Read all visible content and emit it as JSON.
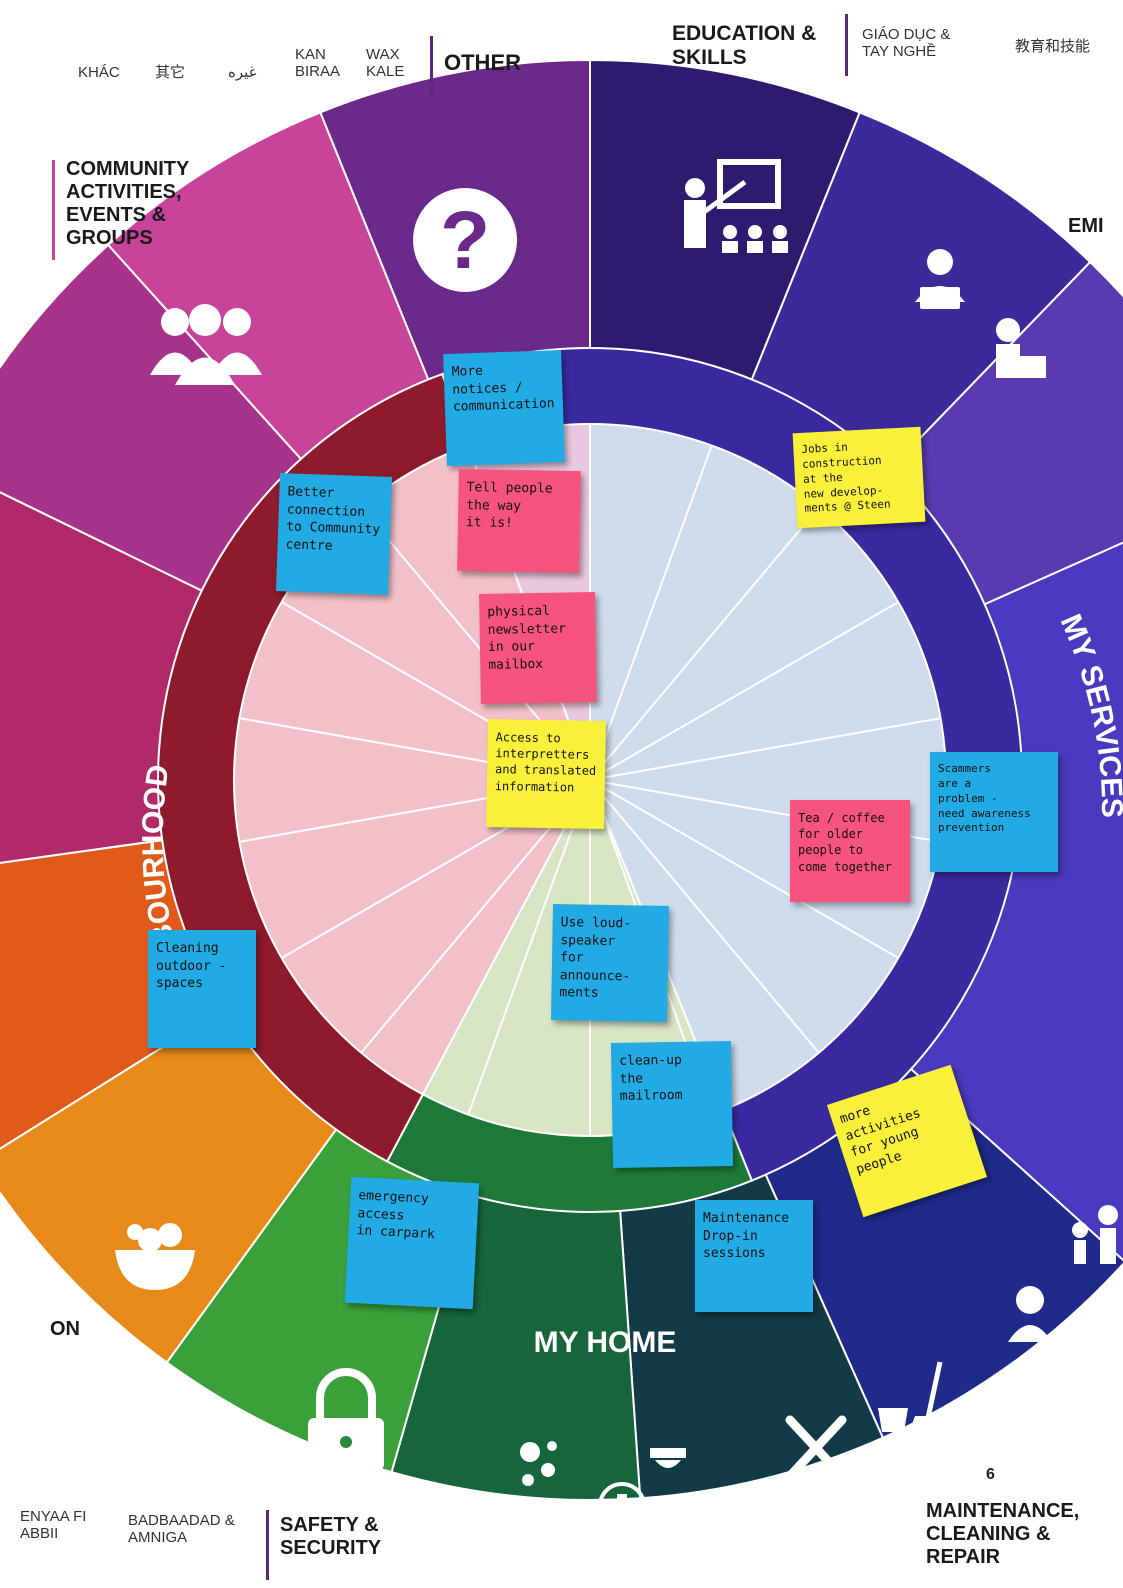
{
  "header": {
    "other_translations": [
      "KHÁC",
      "其它",
      "غيره"
    ],
    "kan_biraa": "KAN\nBIRAA",
    "wax_kale": "WAX\nKALE",
    "other": "OTHER",
    "education": "EDUCATION &\nSKILLS",
    "education_vi": "GIÁO DỤC &\nTAY NGHỀ",
    "education_zh": "教育和技能"
  },
  "categories": {
    "community": "COMMUNITY\nACTIVITIES,\nEVENTS &\nGROUPS",
    "emp_partial": "EMI",
    "food_partial": "ON",
    "safety": "SAFETY &\nSECURITY",
    "safety_om": "ENYAA FI\nABBII",
    "safety_so": "BADBAADAD &\nAMNIGA",
    "maintenance": "MAINTENANCE,\nCLEANING &\nREPAIR"
  },
  "ring_labels": {
    "neighbourhood": "MY NEIBOURHOOD",
    "services": "MY SERVICES",
    "home": "MY HOME"
  },
  "page_number": "6",
  "colors": {
    "other_purple": "#6b2a8a",
    "education_navy": "#2e1a6e",
    "community_magenta": "#c8449b",
    "services_blue": "#3a2aa0",
    "neighbourhood_red": "#8e1b2c",
    "home_green": "#1f7a3a",
    "maintenance_teal": "#123a47",
    "food_orange": "#e88a1a",
    "inner_pink": "#f2c0c8",
    "inner_blue": "#cfdcec",
    "inner_green": "#d9e6c5"
  },
  "icons": [
    "question-icon",
    "teacher-icon",
    "people-group-icon",
    "laptop-coder-icon",
    "presenter-icon",
    "fruit-bowl-icon",
    "padlock-icon",
    "washing-hands-icon",
    "first-aid-icon",
    "tools-icon",
    "cleaning-icon",
    "person-icon",
    "family-icon"
  ],
  "notes": [
    {
      "id": "more-notices",
      "color": "blue",
      "text": "More\nnotices /\ncommunication"
    },
    {
      "id": "tell-people",
      "color": "pink",
      "text": "Tell people\nthe way\nit is!"
    },
    {
      "id": "better-connection",
      "color": "blue",
      "text": "Better\nconnection\nto Community\ncentre"
    },
    {
      "id": "jobs-construction",
      "color": "yellow",
      "text": "Jobs in\nconstruction\nat the\nnew develop-\nments @ Steen"
    },
    {
      "id": "physical-newsletter",
      "color": "pink",
      "text": "physical\nnewsletter\nin our\nmailbox"
    },
    {
      "id": "access-interpreters",
      "color": "yellow",
      "text": "Access to\ninterpretters\nand translated\ninformation"
    },
    {
      "id": "scammers",
      "color": "blue",
      "text": "Scammers\nare a\nproblem -\nneed awareness\nprevention"
    },
    {
      "id": "tea-coffee",
      "color": "pink",
      "text": "Tea / coffee\nfor older\npeople to\ncome together"
    },
    {
      "id": "loud-speaker",
      "color": "blue",
      "text": "Use loud-\nspeaker\nfor announce-\nments"
    },
    {
      "id": "cleaning-outdoor",
      "color": "blue",
      "text": "Cleaning\noutdoor -\nspaces"
    },
    {
      "id": "clean-mailroom",
      "color": "blue",
      "text": "clean-up\nthe\nmailroom"
    },
    {
      "id": "more-activities",
      "color": "yellow",
      "text": "more\nactivities\nfor young\npeople"
    },
    {
      "id": "emergency-access",
      "color": "blue",
      "text": "emergency\naccess\nin carpark"
    },
    {
      "id": "maintenance-dropin",
      "color": "blue",
      "text": "Maintenance\nDrop-in\nsessions"
    }
  ]
}
